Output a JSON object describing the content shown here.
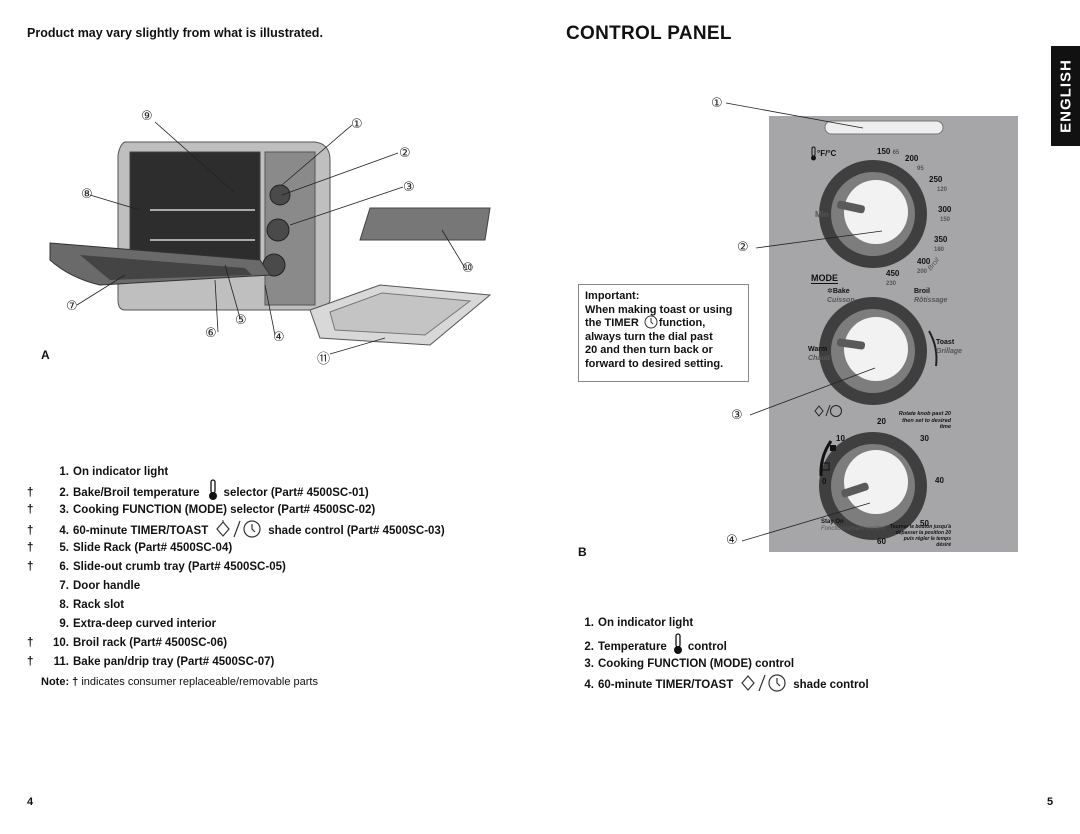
{
  "left_page": {
    "note_header": "Product may vary slightly from what is illustrated.",
    "figure_label": "A",
    "callouts": [
      "①",
      "②",
      "③",
      "④",
      "⑤",
      "⑥",
      "⑦",
      "⑧",
      "⑨",
      "⑩",
      "⑪"
    ],
    "items": [
      {
        "dagger": "",
        "num": "1.",
        "pre": "On indicator light",
        "icon": "",
        "post": ""
      },
      {
        "dagger": "†",
        "num": "2.",
        "pre": "Bake/Broil temperature",
        "icon": "thermometer-icon",
        "post": "selector (Part# 4500SC-01)"
      },
      {
        "dagger": "†",
        "num": "3.",
        "pre": "Cooking FUNCTION (MODE) selector (Part# 4500SC-02)",
        "icon": "",
        "post": ""
      },
      {
        "dagger": "†",
        "num": "4.",
        "pre": "60-minute TIMER/TOAST",
        "icon": "toast-timer-icon",
        "post": "shade control (Part# 4500SC-03)"
      },
      {
        "dagger": "†",
        "num": "5.",
        "pre": "Slide Rack (Part# 4500SC-04)",
        "icon": "",
        "post": ""
      },
      {
        "dagger": "†",
        "num": "6.",
        "pre": "Slide-out crumb tray (Part# 4500SC-05)",
        "icon": "",
        "post": ""
      },
      {
        "dagger": "",
        "num": "7.",
        "pre": "Door handle",
        "icon": "",
        "post": ""
      },
      {
        "dagger": "",
        "num": "8.",
        "pre": "Rack slot",
        "icon": "",
        "post": ""
      },
      {
        "dagger": "",
        "num": "9.",
        "pre": "Extra-deep curved interior",
        "icon": "",
        "post": ""
      },
      {
        "dagger": "†",
        "num": "10.",
        "pre": "Broil rack (Part# 4500SC-06)",
        "icon": "",
        "post": ""
      },
      {
        "dagger": "†",
        "num": "11.",
        "pre": "Bake pan/drip tray (Part# 4500SC-07)",
        "icon": "",
        "post": ""
      }
    ],
    "note_label": "Note: †",
    "note_text": "indicates consumer replaceable/removable parts",
    "page_number": "4"
  },
  "right_page": {
    "title": "CONTROL PANEL",
    "tab_label": "ENGLISH",
    "callouts": [
      "①",
      "②",
      "③",
      "④"
    ],
    "figure_label": "B",
    "important": {
      "heading": "Important:",
      "line1": "When making toast or using",
      "line2_pre": "the TIMER",
      "line2_post": "function,",
      "line3": "always turn the dial past",
      "line4": "20 and then turn back or",
      "line5": "forward to desired setting."
    },
    "panel": {
      "temp_unit": "°F/°C",
      "temp_labels": [
        {
          "f": "150",
          "c": "65"
        },
        {
          "f": "200",
          "c": "95"
        },
        {
          "f": "250",
          "c": "120"
        },
        {
          "f": "300",
          "c": "150"
        },
        {
          "f": "350",
          "c": "180"
        },
        {
          "f": "400",
          "c": "200"
        },
        {
          "f": "450",
          "c": "230"
        }
      ],
      "temp_min": "Min",
      "broil_small": "Broil",
      "mode_label": "MODE",
      "bake": "Bake",
      "bake_fr": "Cuisson",
      "broil": "Broil",
      "broil_fr": "Rôtissage",
      "warm": "Warm",
      "warm_fr": "Chaud",
      "toast": "Toast",
      "toast_fr": "Grillage",
      "timer_nums": [
        "0",
        "10",
        "20",
        "30",
        "40",
        "50",
        "60"
      ],
      "rotate_en": "Rotate knob past 20 then set to desired time",
      "stay_on": "Stay On",
      "stay_on_fr": "Fonctionnement continu",
      "tourner": "Tourner le bouton jusqu'à dépasser la position 20 puis régler le temps désiré"
    },
    "items": [
      {
        "num": "1.",
        "pre": "On indicator light",
        "icon": "",
        "post": ""
      },
      {
        "num": "2.",
        "pre": "Temperature",
        "icon": "thermometer-icon",
        "post": "control"
      },
      {
        "num": "3.",
        "pre": "Cooking FUNCTION (MODE) control",
        "icon": "",
        "post": ""
      },
      {
        "num": "4.",
        "pre": "60-minute TIMER/TOAST",
        "icon": "toast-timer-icon",
        "post": "shade control"
      }
    ],
    "page_number": "5"
  }
}
